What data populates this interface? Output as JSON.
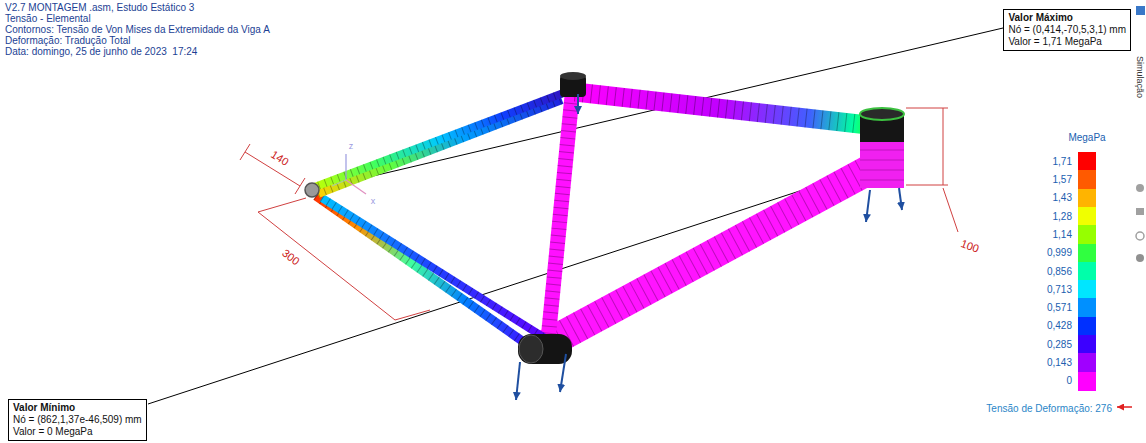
{
  "diagram": {
    "title": "V2.7 MONTAGEM .asm, Estudo Estático 3",
    "nodes": [
      {
        "text": [
          "Valor Máximo",
          "Nó = (0,414,-70,5,3,1) mm",
          "Valor = 1,71 MegaPa"
        ]
      },
      {
        "text": [
          "Valor Mínimo",
          "Nó = (862,1,37e-46,509) mm",
          "Valor = 0 MegaPa"
        ]
      }
    ],
    "labels": [
      "Tensão - Elemental",
      "Contornos: Tensão de Von Mises da Extremidade da Viga A",
      "Deformação: Tradução Total",
      "Data: domingo, 25 de junho de 2023  17:24",
      "140",
      "300",
      "100",
      "MegaPa",
      "Tensão de Deformação: 276",
      "Simulação",
      "z",
      "x"
    ],
    "legend": [
      {
        "text": "1,71",
        "color": "#ff0000"
      },
      {
        "text": "1,57",
        "color": "#ff5a00"
      },
      {
        "text": "1,43",
        "color": "#ffb400"
      },
      {
        "text": "1,28",
        "color": "#f0ff00"
      },
      {
        "text": "1,14",
        "color": "#96ff00"
      },
      {
        "text": "0,999",
        "color": "#30ff40"
      },
      {
        "text": "0,856",
        "color": "#00ffaa"
      },
      {
        "text": "0,713",
        "color": "#00e6ff"
      },
      {
        "text": "0,571",
        "color": "#0090ff"
      },
      {
        "text": "0,428",
        "color": "#0030ff"
      },
      {
        "text": "0,285",
        "color": "#3c00ff"
      },
      {
        "text": "0,143",
        "color": "#a000ff"
      },
      {
        "text": "0",
        "color": "#ff00ff"
      }
    ]
  }
}
